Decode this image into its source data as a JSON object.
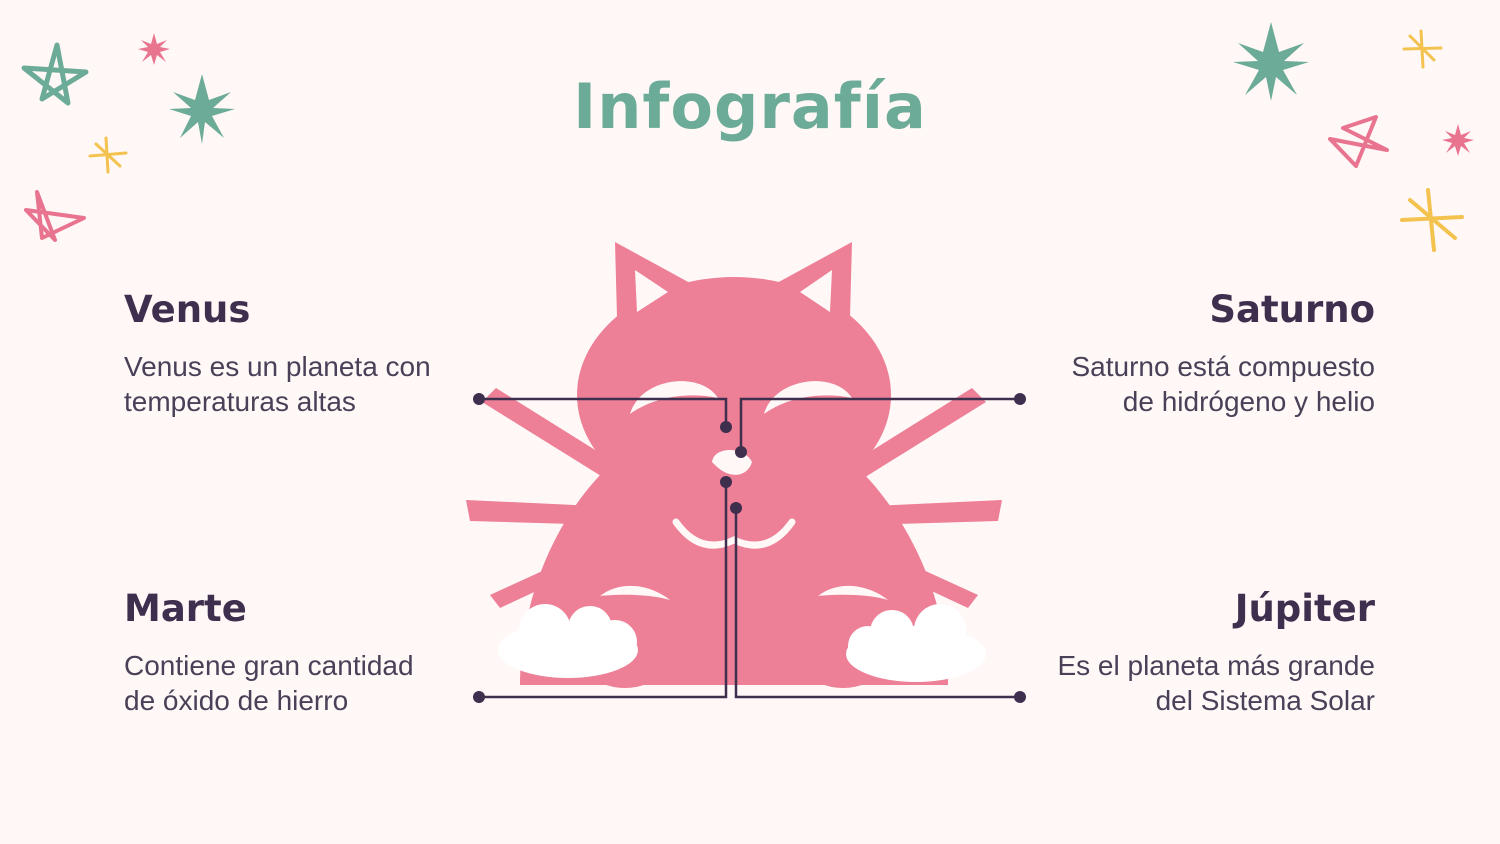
{
  "title": "Infografía",
  "items": {
    "venus": {
      "heading": "Venus",
      "text_line1": "Venus es un planeta con",
      "text_line2": "temperaturas altas"
    },
    "saturno": {
      "heading": "Saturno",
      "text_line1": "Saturno está compuesto",
      "text_line2": "de hidrógeno y helio"
    },
    "marte": {
      "heading": "Marte",
      "text_line1": "Contiene gran cantidad",
      "text_line2": "de óxido de hierro"
    },
    "jupiter": {
      "heading": "Júpiter",
      "text_line1": "Es el planeta más grande",
      "text_line2": "del Sistema Solar"
    }
  },
  "icons": [
    "star-icon",
    "sparkle-icon",
    "cat-illustration",
    "cloud-icon"
  ],
  "colors": {
    "title": "#6cab97",
    "heading": "#3d2f4d",
    "body_text": "#4a4058",
    "cat": "#ed7f97",
    "connector": "#3d2f4d",
    "star_green": "#6cab97",
    "star_pink": "#e9748f",
    "star_yellow": "#f3c24f",
    "cloud": "#ffffff",
    "background": "#fff8f7",
    "border_glow": "#fdeec3"
  }
}
